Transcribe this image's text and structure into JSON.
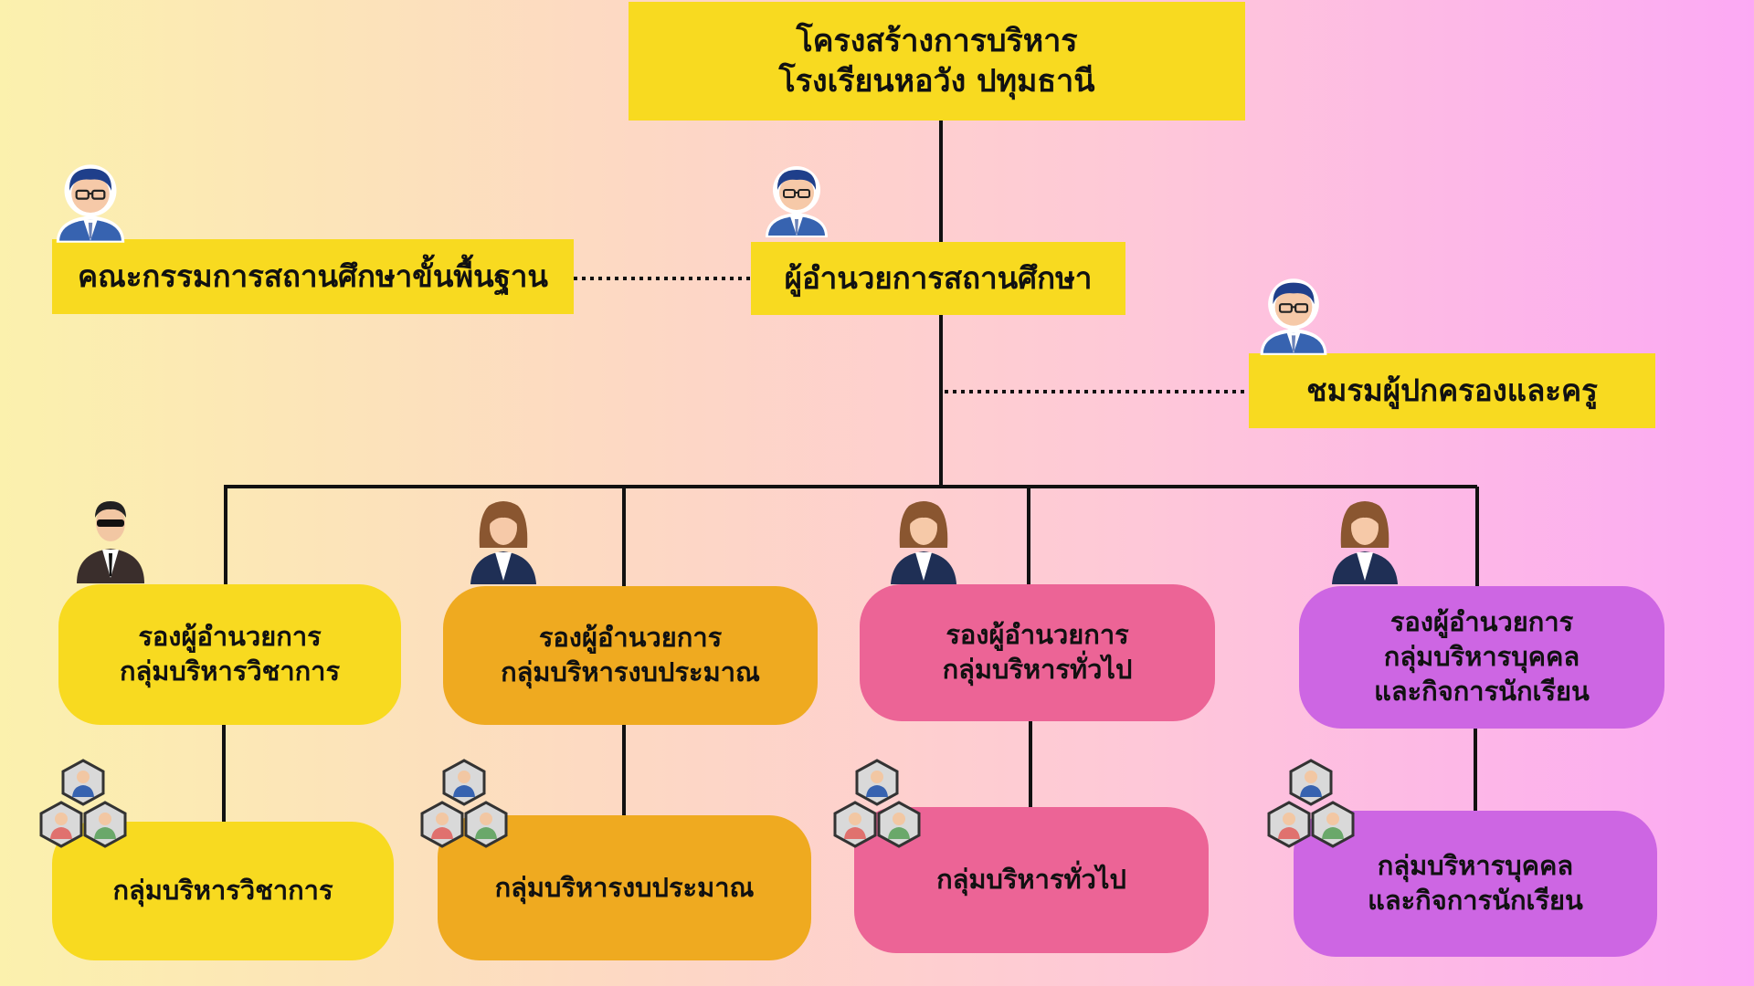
{
  "title": {
    "line1": "โครงสร้างการบริหาร",
    "line2": "โรงเรียนหอวัง ปทุมธานี"
  },
  "board": {
    "label": "คณะกรรมการสถานศึกษาขั้นพื้นฐาน",
    "icon": "businessman-icon"
  },
  "director": {
    "label": "ผู้อำนวยการสถานศึกษา",
    "icon": "businessman-icon"
  },
  "club": {
    "label": "ชมรมผู้ปกครองและครู",
    "icon": "businessman-icon"
  },
  "deputies": [
    {
      "line1": "รองผู้อำนวยการ",
      "line2": "กลุ่มบริหารวิชาการ",
      "line3": "",
      "color": "#f8da20",
      "icon": "man-with-sunglasses-icon"
    },
    {
      "line1": "รองผู้อำนวยการ",
      "line2": "กลุ่มบริหารงบประมาณ",
      "line3": "",
      "color": "#efaa20",
      "icon": "businesswoman-icon"
    },
    {
      "line1": "รองผู้อำนวยการ",
      "line2": "กลุ่มบริหารทั่วไป",
      "line3": "",
      "color": "#ec6496",
      "icon": "businesswoman-icon"
    },
    {
      "line1": "รองผู้อำนวยการ",
      "line2": "กลุ่มบริหารบุคคล",
      "line3": "และกิจการนักเรียน",
      "color": "#cd66e3",
      "icon": "businesswoman-icon"
    }
  ],
  "groups": [
    {
      "line1": "กลุ่มบริหารวิชาการ",
      "line2": "",
      "color": "#f8da20",
      "icon": "team-icon"
    },
    {
      "line1": "กลุ่มบริหารงบประมาณ",
      "line2": "",
      "color": "#efaa20",
      "icon": "team-icon"
    },
    {
      "line1": "กลุ่มบริหารทั่วไป",
      "line2": "",
      "color": "#ec6496",
      "icon": "team-icon"
    },
    {
      "line1": "กลุ่มบริหารบุคคล",
      "line2": "และกิจการนักเรียน",
      "color": "#cd66e3",
      "icon": "team-icon"
    }
  ]
}
